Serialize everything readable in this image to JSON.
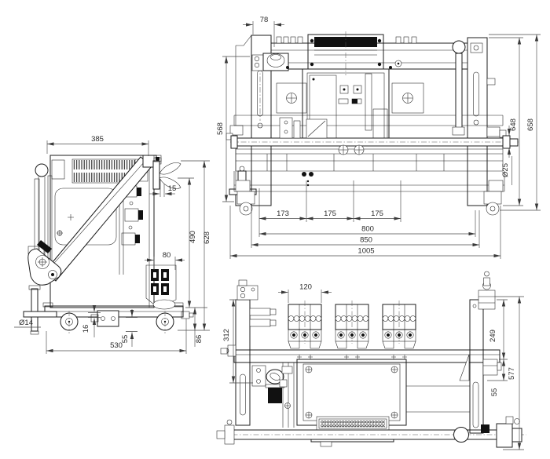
{
  "dims": {
    "side": {
      "w385": "385",
      "o15": "15",
      "h490": "490",
      "h628": "628",
      "w80": "80",
      "dia14": "Ø14",
      "v16": "16",
      "v55": "55",
      "w530": "530",
      "h86": "86"
    },
    "front": {
      "w78": "78",
      "h568": "568",
      "h648": "648",
      "h658": "658",
      "dia25": "Ø25",
      "p173": "173",
      "p175a": "175",
      "p175b": "175",
      "w800": "800",
      "w850": "850",
      "w1005": "1005"
    },
    "bottom": {
      "w120": "120",
      "h312": "312",
      "h249": "249",
      "h55": "55",
      "h577": "577"
    }
  }
}
